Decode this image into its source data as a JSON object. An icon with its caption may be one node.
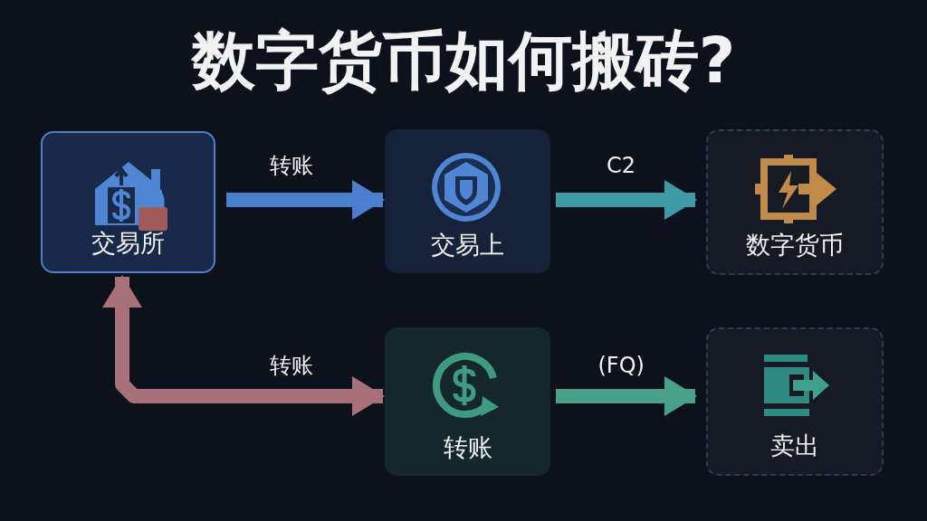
{
  "diagram": {
    "title": "数字货币如何搬砖?",
    "nodes": [
      {
        "text": [
          "交易所"
        ]
      },
      {
        "text": [
          "交易上"
        ]
      },
      {
        "text": [
          "数字货币"
        ]
      },
      {
        "text": [
          "转账"
        ]
      },
      {
        "text": [
          "卖出"
        ]
      }
    ],
    "edges": [
      {
        "from": 0,
        "to": 1,
        "arrow": "to",
        "label": "转账",
        "color": "#4a7fd0"
      },
      {
        "from": 1,
        "to": 2,
        "arrow": "to",
        "label": "C2",
        "color": "#3f9aa8"
      },
      {
        "from": 0,
        "to": 3,
        "arrow": "both",
        "label": "转账",
        "color": "#a87078"
      },
      {
        "from": 3,
        "to": 4,
        "arrow": "to",
        "label": "(FQ)",
        "color": "#48a088"
      }
    ]
  }
}
